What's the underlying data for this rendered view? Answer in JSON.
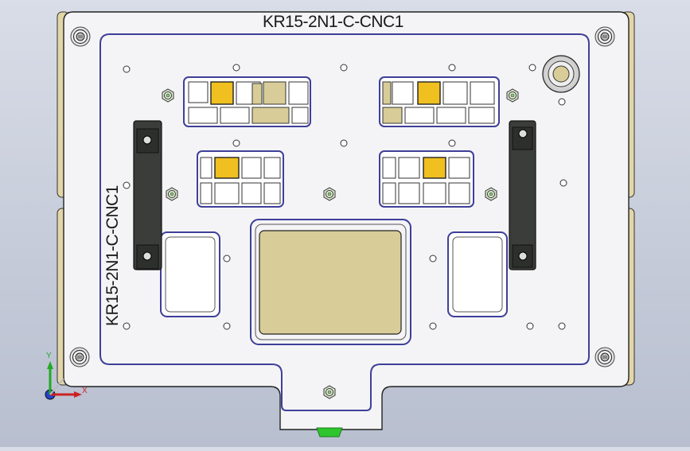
{
  "viewport": {
    "engraving_top": "KR15-2N1-C-CNC1",
    "engraving_side": "KR15-2N1-C-CNC1",
    "triad": {
      "x_label": "X",
      "y_label": "Y"
    }
  },
  "colors": {
    "background": "#c9cfdc",
    "plate": "#f4f4f6",
    "outline_blue": "#3e3f99",
    "tan_pad": "#d8cd98",
    "yellow_block": "#f0c020",
    "handle": "#3a3d3a",
    "green_tab": "#2ec52e",
    "flange": "#e2d6a8"
  },
  "icons": [
    "screw-icon",
    "nut-icon",
    "axis-triad-icon",
    "handle-icon"
  ]
}
